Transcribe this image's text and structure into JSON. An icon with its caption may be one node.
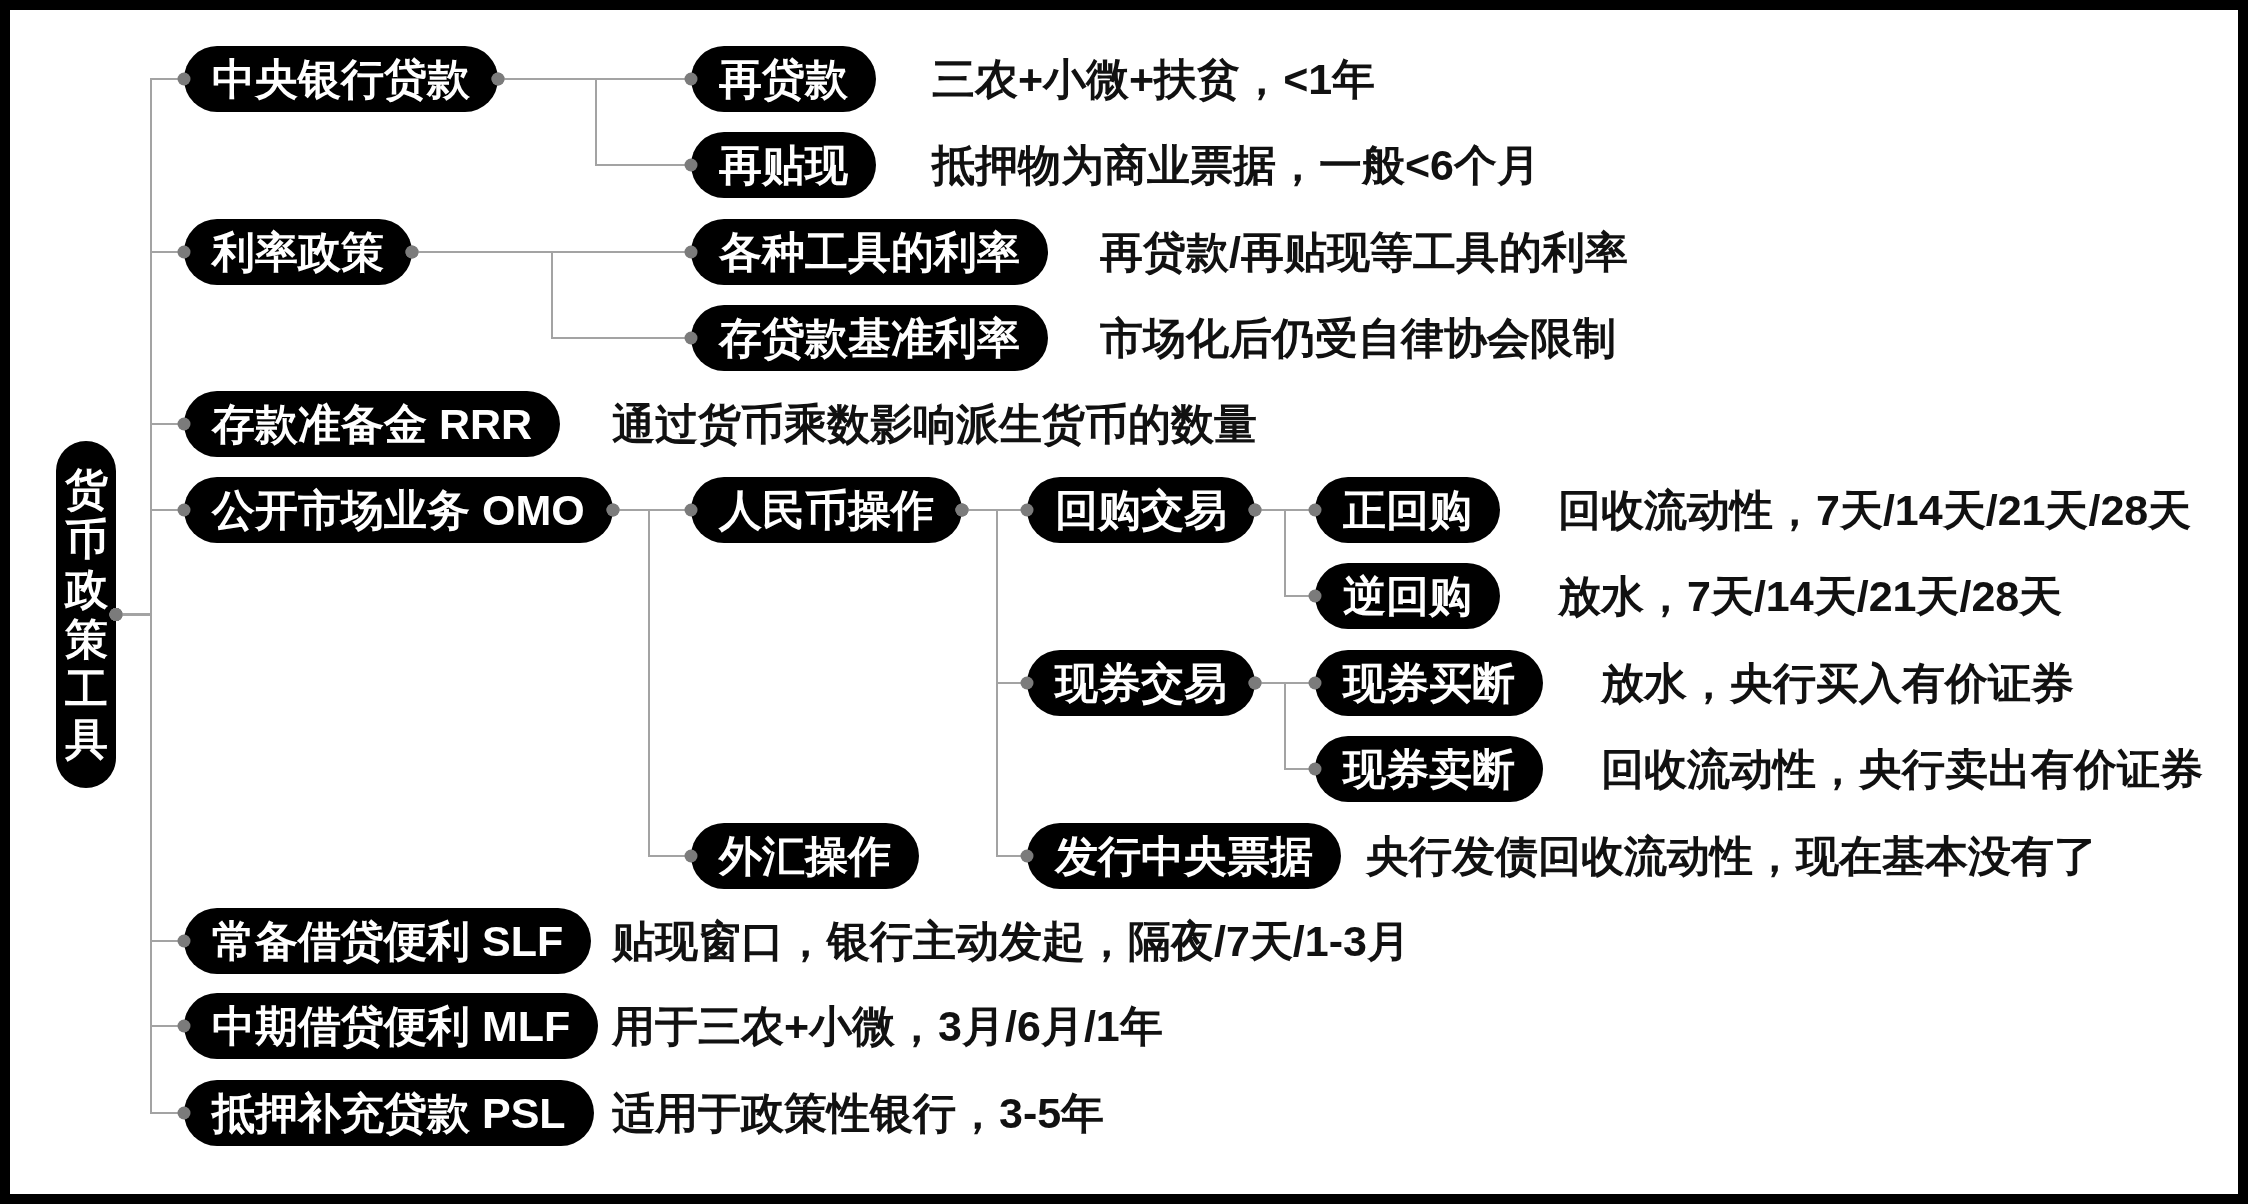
{
  "diagram": {
    "nodes": [
      {
        "text": [
          "货币政策工具"
        ]
      },
      {
        "text": [
          "中央银行贷款"
        ]
      },
      {
        "text": [
          "再贷款"
        ],
        "beside": [
          "三农+小微+扶贫，<1年"
        ]
      },
      {
        "text": [
          "再贴现"
        ],
        "beside": [
          "抵押物为商业票据，一般<6个月"
        ]
      },
      {
        "text": [
          "利率政策"
        ]
      },
      {
        "text": [
          "各种工具的利率"
        ],
        "beside": [
          "再贷款/再贴现等工具的利率"
        ]
      },
      {
        "text": [
          "存贷款基准利率"
        ],
        "beside": [
          "市场化后仍受自律协会限制"
        ]
      },
      {
        "text": [
          "存款准备金 RRR"
        ],
        "beside": [
          "通过货币乘数影响派生货币的数量"
        ]
      },
      {
        "text": [
          "公开市场业务 OMO"
        ]
      },
      {
        "text": [
          "人民币操作"
        ]
      },
      {
        "text": [
          "回购交易"
        ]
      },
      {
        "text": [
          "正回购"
        ],
        "beside": [
          "回收流动性，7天/14天/21天/28天"
        ]
      },
      {
        "text": [
          "逆回购"
        ],
        "beside": [
          "放水，7天/14天/21天/28天"
        ]
      },
      {
        "text": [
          "现券交易"
        ]
      },
      {
        "text": [
          "现券买断"
        ],
        "beside": [
          "放水，央行买入有价证券"
        ]
      },
      {
        "text": [
          "现券卖断"
        ],
        "beside": [
          "回收流动性，央行卖出有价证券"
        ]
      },
      {
        "text": [
          "外汇操作"
        ]
      },
      {
        "text": [
          "发行中央票据"
        ],
        "beside": [
          "央行发债回收流动性，现在基本没有了"
        ]
      },
      {
        "text": [
          "常备借贷便利 SLF"
        ],
        "beside": [
          "贴现窗口，银行主动发起，隔夜/7天/1-3月"
        ]
      },
      {
        "text": [
          "中期借贷便利 MLF"
        ],
        "beside": [
          "用于三农+小微，3月/6月/1年"
        ]
      },
      {
        "text": [
          "抵押补充贷款 PSL"
        ],
        "beside": [
          "适用于政策性银行，3-5年"
        ]
      }
    ],
    "edges": [
      {
        "from": 0,
        "to": 1,
        "arrow": "other"
      },
      {
        "from": 0,
        "to": 4,
        "arrow": "other"
      },
      {
        "from": 0,
        "to": 7,
        "arrow": "other"
      },
      {
        "from": 0,
        "to": 8,
        "arrow": "other"
      },
      {
        "from": 0,
        "to": 18,
        "arrow": "other"
      },
      {
        "from": 0,
        "to": 19,
        "arrow": "other"
      },
      {
        "from": 0,
        "to": 20,
        "arrow": "other"
      },
      {
        "from": 1,
        "to": 2,
        "arrow": "other"
      },
      {
        "from": 1,
        "to": 3,
        "arrow": "other"
      },
      {
        "from": 4,
        "to": 5,
        "arrow": "other"
      },
      {
        "from": 4,
        "to": 6,
        "arrow": "other"
      },
      {
        "from": 8,
        "to": 9,
        "arrow": "other"
      },
      {
        "from": 8,
        "to": 16,
        "arrow": "other"
      },
      {
        "from": 9,
        "to": 10,
        "arrow": "other"
      },
      {
        "from": 9,
        "to": 13,
        "arrow": "other"
      },
      {
        "from": 9,
        "to": 17,
        "arrow": "other"
      },
      {
        "from": 10,
        "to": 11,
        "arrow": "other"
      },
      {
        "from": 10,
        "to": 12,
        "arrow": "other"
      },
      {
        "from": 13,
        "to": 14,
        "arrow": "other"
      },
      {
        "from": 13,
        "to": 15,
        "arrow": "other"
      }
    ]
  }
}
